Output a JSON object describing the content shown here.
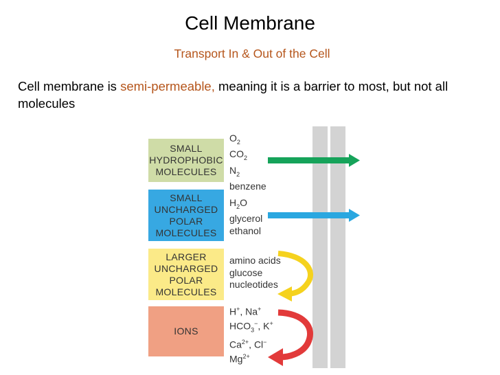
{
  "title": "Cell Membrane",
  "subtitle": "Transport In & Out of the Cell",
  "intro": {
    "before": "Cell membrane is ",
    "highlight": "semi-permeable,",
    "after": " meaning it is a barrier to most, but not all molecules"
  },
  "categories": [
    {
      "label": "SMALL HYDROPHOBIC MOLECULES",
      "color": "#cfdca7",
      "molecules_html": "O<sub>2</sub><br>CO<sub>2</sub><br>N<sub>2</sub><br>benzene",
      "arrow_color": "#16a35a",
      "crosses": true
    },
    {
      "label": "SMALL UNCHARGED POLAR MOLECULES",
      "color": "#37a8e2",
      "molecules_html": "H<sub>2</sub>O<br>glycerol<br>ethanol",
      "arrow_color": "#2aa7e0",
      "crosses": true
    },
    {
      "label": "LARGER UNCHARGED POLAR MOLECULES",
      "color": "#fbea88",
      "molecules_html": "amino acids<br>glucose<br>nucleotides",
      "arrow_color": "#f5d21e",
      "crosses": false
    },
    {
      "label": "IONS",
      "color": "#f0a083",
      "molecules_html": "H<sup>+</sup>, Na<sup>+</sup><br>HCO<sub>3</sub><sup>&minus;</sup>, K<sup>+</sup><br>Ca<sup>2+</sup>, Cl<sup>&minus;</sup><br>Mg<sup>2+</sup>",
      "arrow_color": "#e23a3a",
      "crosses": false
    }
  ]
}
